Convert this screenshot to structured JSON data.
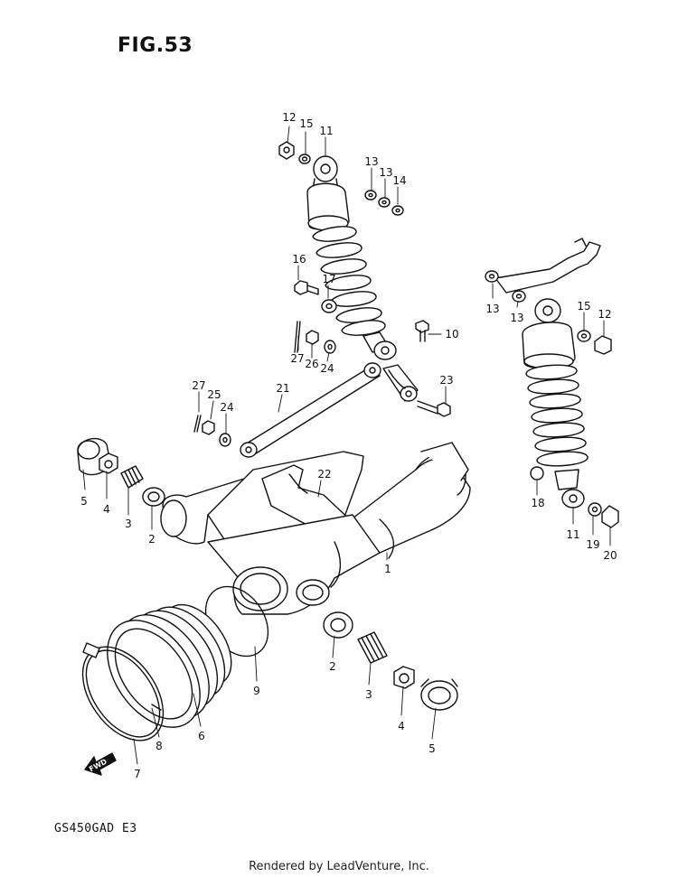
{
  "figure": {
    "title": "FIG.53",
    "model": "GS450GAD  E3"
  },
  "footer": {
    "credit": "Rendered by LeadVenture, Inc."
  },
  "fwd_label": "FWD",
  "callouts": [
    "12",
    "15",
    "11",
    "13",
    "13",
    "14",
    "16",
    "17",
    "10",
    "27",
    "26",
    "24",
    "23",
    "21",
    "27",
    "25",
    "24",
    "22",
    "13",
    "13",
    "15",
    "12",
    "18",
    "11",
    "19",
    "20",
    "5",
    "4",
    "3",
    "2",
    "1",
    "2",
    "3",
    "4",
    "5",
    "9",
    "6",
    "8",
    "7"
  ]
}
